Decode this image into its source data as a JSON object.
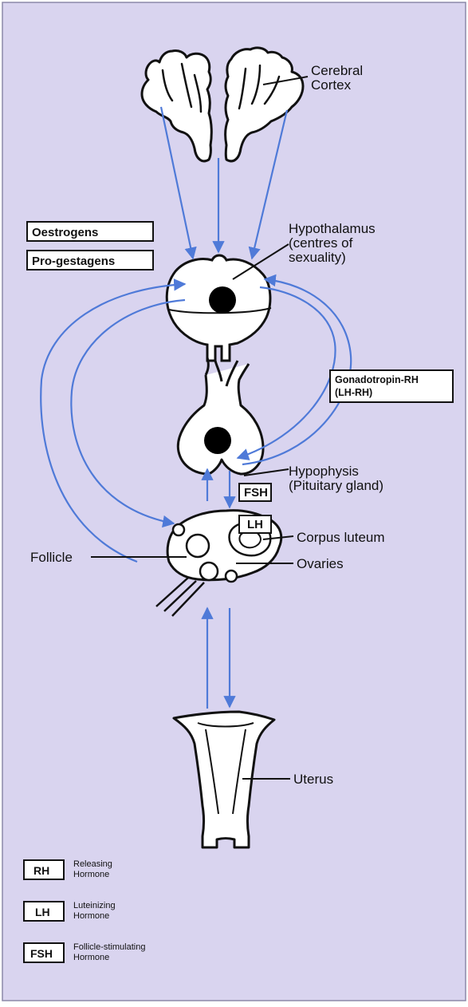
{
  "colors": {
    "background": "#d9d4ef",
    "arrow": "#4f7ad8",
    "organ_fill": "#ffffff",
    "outline": "#111111",
    "box_fill": "#ffffff"
  },
  "labels": {
    "cerebral_cortex": [
      "Cerebral",
      "Cortex"
    ],
    "hypothalamus": [
      "Hypothalamus",
      "(centres of",
      "sexuality)"
    ],
    "hypophysis": [
      "Hypophysis",
      "(Pituitary gland)"
    ],
    "corpus_luteum": "Corpus luteum",
    "follicle": "Follicle",
    "ovaries": "Ovaries",
    "uterus": "Uterus"
  },
  "boxes": {
    "oestrogens": "Oestrogens",
    "progestagens": "Pro-gestagens",
    "gonadotropin_rh": [
      "Gonadotropin-RH",
      "(LH-RH)"
    ],
    "fsh": "FSH",
    "lh": "LH"
  },
  "legend": [
    {
      "key": "RH",
      "text": [
        "Releasing",
        "Hormone"
      ]
    },
    {
      "key": "LH",
      "text": [
        "Luteinizing",
        "Hormone"
      ]
    },
    {
      "key": "FSH",
      "text": [
        "Follicle-stimulating",
        "Hormone"
      ]
    }
  ]
}
